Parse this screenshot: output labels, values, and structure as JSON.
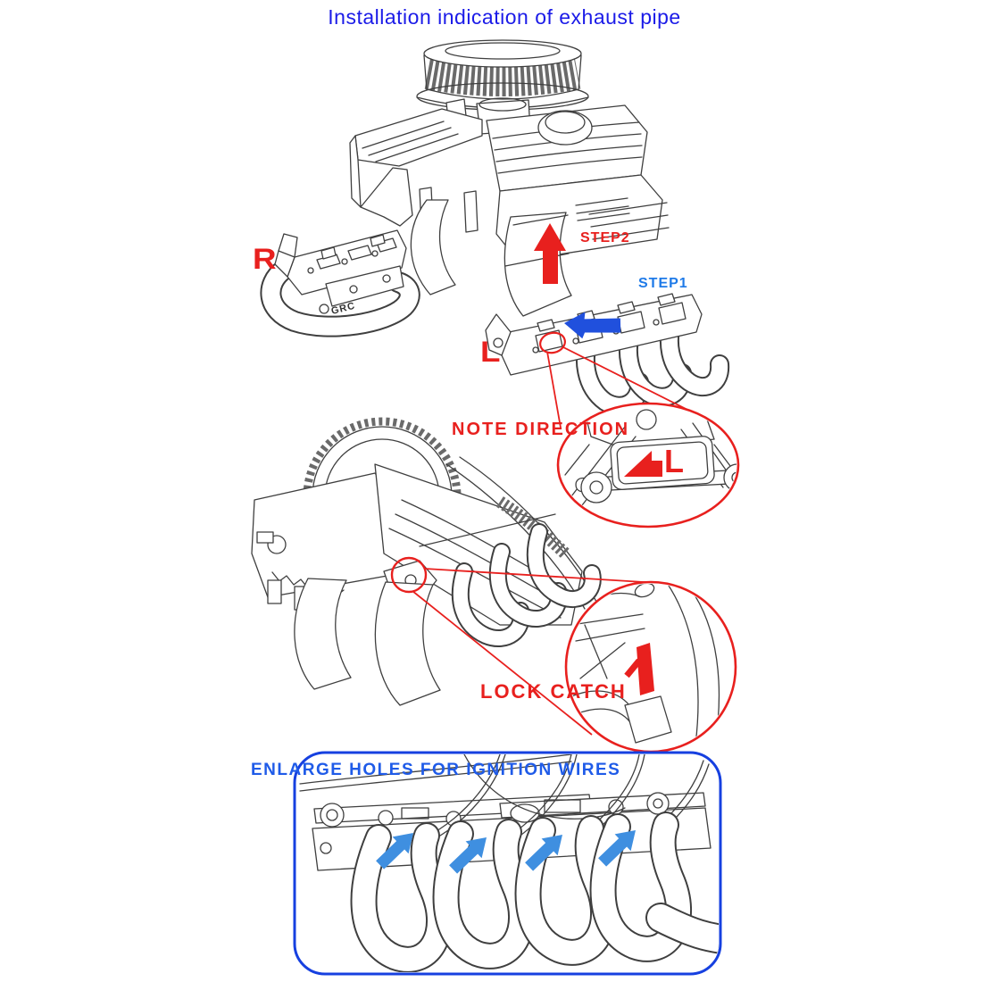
{
  "title": "Installation indication of exhaust pipe",
  "annotations": {
    "step1": "STEP1",
    "step2": "STEP2",
    "right_label": "R",
    "left_label": "L",
    "note_direction": "NOTE DIRECTION",
    "direction_mark": "L",
    "lock_catch": "LOCK CATCH",
    "brand": "GRC"
  },
  "panel": {
    "title": "ENLARGE HOLES FOR IGNITION WIRES"
  },
  "colors": {
    "title_blue": "#1b1be8",
    "step1_blue": "#1e7ae8",
    "step1_arrow_blue": "#2050dd",
    "panel_border_blue": "#1640e0",
    "panel_text_blue": "#1f5be8",
    "ignition_arrow_blue": "#3f8fe0",
    "annotation_red": "#e8201e",
    "line_art_gray": "#3f3f3f"
  },
  "icons": {
    "step2_arrow": "arrow-up",
    "step1_arrow": "arrow-left",
    "direction_arrow": "arrow-left-step",
    "ignition_arrows": "arrow-up-right"
  }
}
